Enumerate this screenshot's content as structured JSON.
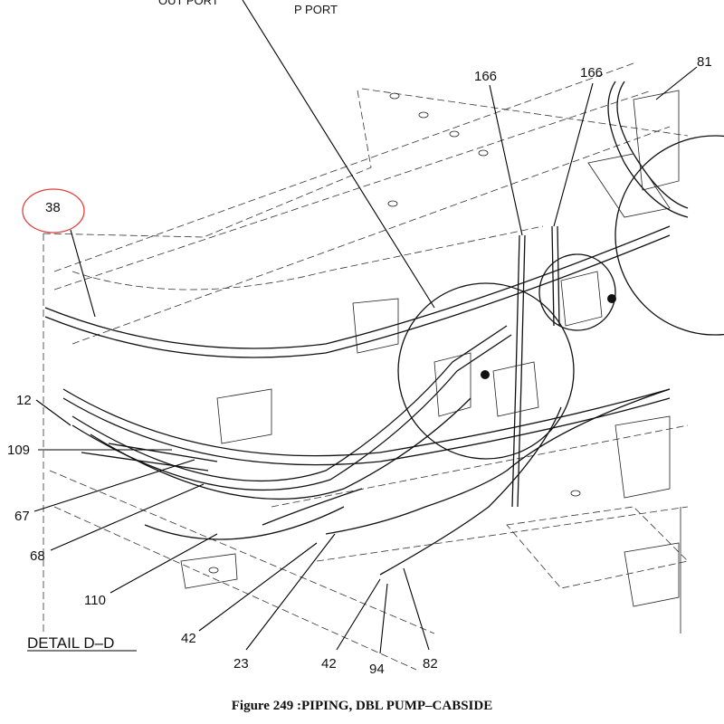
{
  "diagram": {
    "port_labels": {
      "out_port": "OUT PORT",
      "p_port": "P PORT"
    },
    "callouts": {
      "c166a": "166",
      "c166b": "166",
      "c81": "81",
      "c38": "38",
      "c12": "12",
      "c109": "109",
      "c67": "67",
      "c68": "68",
      "c110": "110",
      "c42a": "42",
      "c23": "23",
      "c42b": "42",
      "c94": "94",
      "c82": "82"
    },
    "detail_label": "DETAIL D–D",
    "highlight_color": "#e0413a"
  },
  "caption": "Figure 249 :PIPING, DBL PUMP–CABSIDE"
}
